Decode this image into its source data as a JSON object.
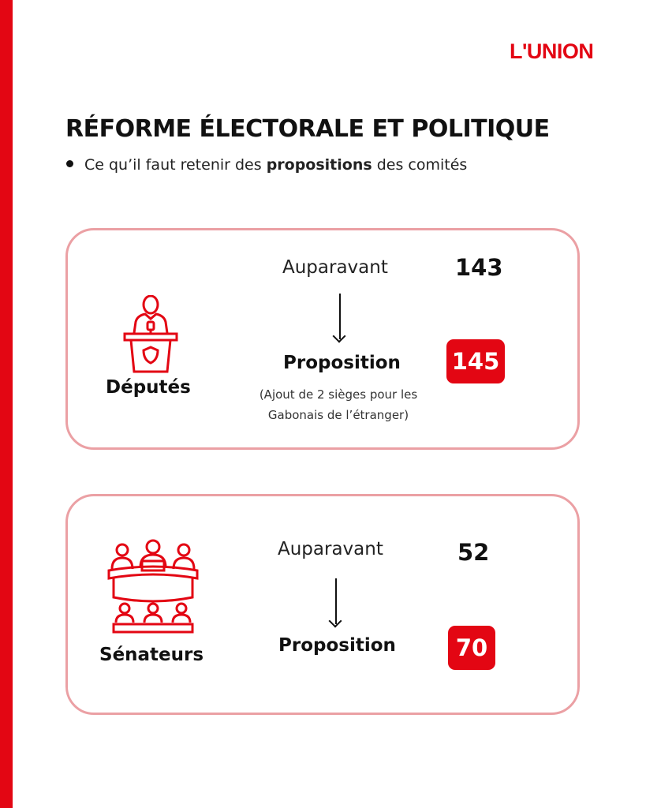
{
  "brand": {
    "logo": "L'UNION",
    "accent": "#e30613"
  },
  "header": {
    "title": "RÉFORME ÉLECTORALE ET POLITIQUE",
    "subtitle_pre": "Ce qu’il faut retenir des ",
    "subtitle_bold": "propositions",
    "subtitle_post": " des comités"
  },
  "cards": [
    {
      "label": "Députés",
      "icon": "podium-speaker-icon",
      "before_label": "Auparavant",
      "before_value": "143",
      "proposal_label": "Proposition",
      "proposal_value": "145",
      "note_line1": "(Ajout de 2 sièges pour les",
      "note_line2": "Gabonais de l’étranger)"
    },
    {
      "label": "Sénateurs",
      "icon": "senate-assembly-icon",
      "before_label": "Auparavant",
      "before_value": "52",
      "proposal_label": "Proposition",
      "proposal_value": "70"
    }
  ]
}
